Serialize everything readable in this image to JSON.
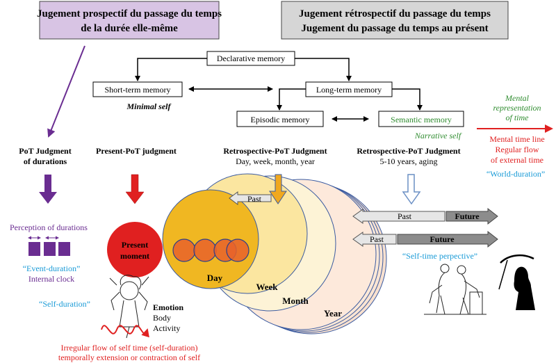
{
  "headers": {
    "prospective": [
      "Jugement prospectif du passage du temps",
      "de la durée elle-même"
    ],
    "retrospective": [
      "Jugement rétrospectif du passage du temps",
      "Jugement du passage du temps au présent"
    ]
  },
  "memory": {
    "declarative": "Declarative memory",
    "short_term": "Short-term memory",
    "minimal_self": "Minimal self",
    "long_term": "Long-term memory",
    "episodic": "Episodic memory",
    "semantic": "Semantic memory",
    "narrative_self": "Narrative self"
  },
  "mental": {
    "representation": [
      "Mental",
      "representation",
      "of time"
    ],
    "timeline": [
      "Mental time line",
      "Regular flow",
      "of external time"
    ],
    "world_duration": "“World-duration”"
  },
  "judgments": {
    "pot_durations": [
      "PoT Judgment",
      "of durations"
    ],
    "present_pot": "Present-PoT judgment",
    "retro_short": [
      "Retrospective-PoT Judgment",
      "Day, week, month, year"
    ],
    "retro_long": [
      "Retrospective-PoT Judgment",
      "5-10 years, aging"
    ]
  },
  "left_panel": {
    "perception": "Perception of durations",
    "event_duration": "“Event-duration”",
    "internal_clock": "Internal clock",
    "self_duration": "“Self-duration”"
  },
  "circles": {
    "present_moment": [
      "Present",
      "moment"
    ],
    "day": "Day",
    "week": "Week",
    "month": "Month",
    "year": "Year"
  },
  "arrows": {
    "past_small": "Past",
    "past_1": "Past",
    "future_1": "Future",
    "past_2": "Past",
    "future_2": "Future"
  },
  "self_time": "“Self-time perpective”",
  "emotion": {
    "title": "Emotion",
    "body": "Body",
    "activity": "Activity"
  },
  "irregular": [
    "Irregular flow of self time (self-duration)",
    "temporally extension or contraction of self"
  ],
  "colors": {
    "purple": "#6a2d91",
    "red": "#e02020",
    "green": "#2e8b2e",
    "cyan": "#1a9bd7",
    "orange": "#f0a81e"
  }
}
